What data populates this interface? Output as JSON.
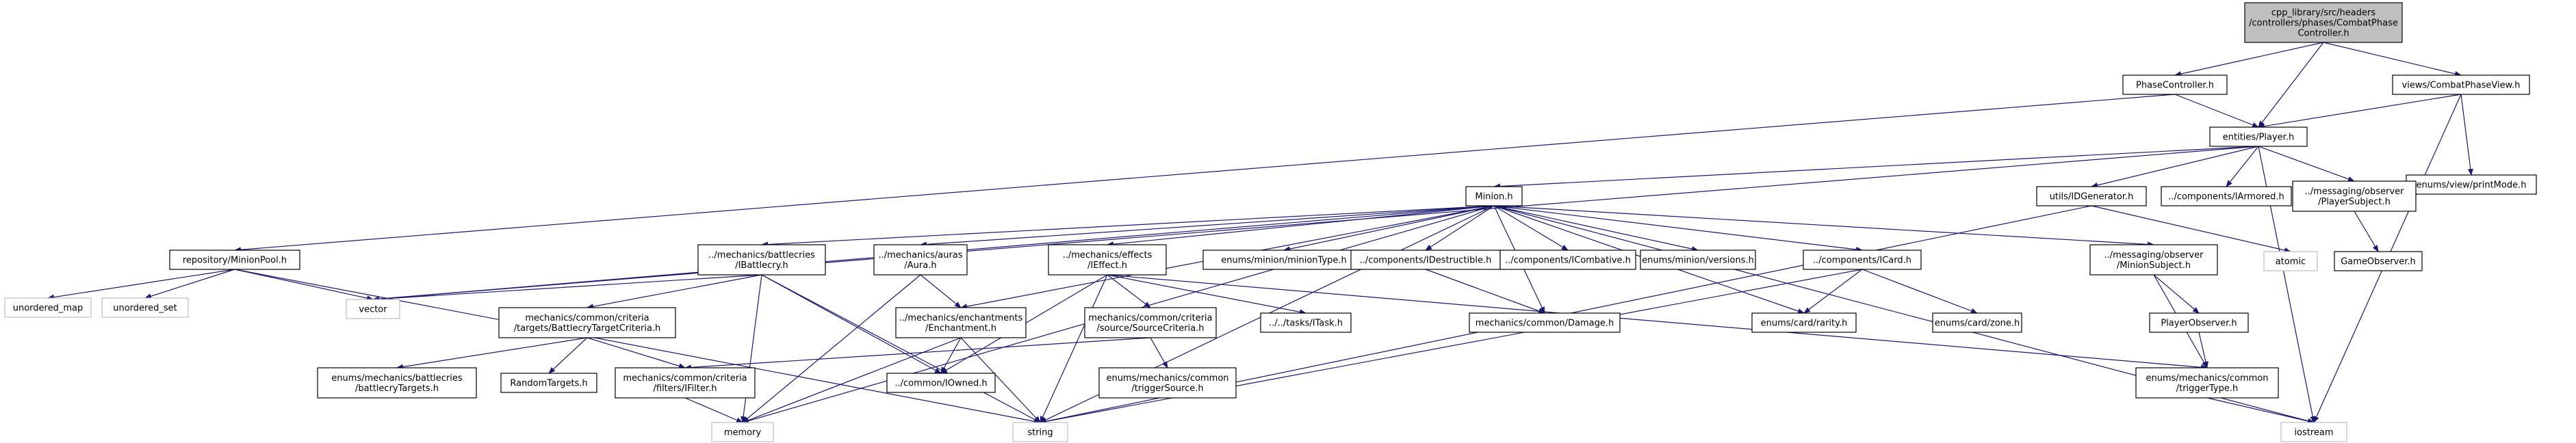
{
  "colors": {
    "edge": "#191970",
    "root_fill": "#bfbfbf",
    "system_border": "#bfbfbf",
    "node_border": "#000000",
    "background": "#ffffff"
  },
  "nodes": [
    {
      "id": "root",
      "lines": [
        "cpp_library/src/headers",
        "/controllers/phases/CombatPhase",
        "Controller.h"
      ],
      "kind": "root"
    },
    {
      "id": "phasectrl",
      "lines": [
        "PhaseController.h"
      ],
      "kind": "file"
    },
    {
      "id": "cpview",
      "lines": [
        "views/CombatPhaseView.h"
      ],
      "kind": "file"
    },
    {
      "id": "player",
      "lines": [
        "entities/Player.h"
      ],
      "kind": "file"
    },
    {
      "id": "printmode",
      "lines": [
        "enums/view/printMode.h"
      ],
      "kind": "file"
    },
    {
      "id": "minion",
      "lines": [
        "Minion.h"
      ],
      "kind": "file"
    },
    {
      "id": "idgen",
      "lines": [
        "utils/IDGenerator.h"
      ],
      "kind": "file"
    },
    {
      "id": "iarmored",
      "lines": [
        "../components/IArmored.h"
      ],
      "kind": "file"
    },
    {
      "id": "playersubj",
      "lines": [
        "../messaging/observer",
        "/PlayerSubject.h"
      ],
      "kind": "file"
    },
    {
      "id": "minionpool",
      "lines": [
        "repository/MinionPool.h"
      ],
      "kind": "file"
    },
    {
      "id": "battlecry",
      "lines": [
        "../mechanics/battlecries",
        "/IBattlecry.h"
      ],
      "kind": "file"
    },
    {
      "id": "aura",
      "lines": [
        "../mechanics/auras",
        "/Aura.h"
      ],
      "kind": "file"
    },
    {
      "id": "ieffect",
      "lines": [
        "../mechanics/effects",
        "/IEffect.h"
      ],
      "kind": "file"
    },
    {
      "id": "miniontype",
      "lines": [
        "enums/minion/minionType.h"
      ],
      "kind": "file"
    },
    {
      "id": "idestruct",
      "lines": [
        "../components/IDestructible.h"
      ],
      "kind": "file"
    },
    {
      "id": "icombative",
      "lines": [
        "../components/ICombative.h"
      ],
      "kind": "file"
    },
    {
      "id": "versions",
      "lines": [
        "enums/minion/versions.h"
      ],
      "kind": "file"
    },
    {
      "id": "icard",
      "lines": [
        "../components/ICard.h"
      ],
      "kind": "file"
    },
    {
      "id": "minionsubj",
      "lines": [
        "../messaging/observer",
        "/MinionSubject.h"
      ],
      "kind": "file"
    },
    {
      "id": "atomic",
      "lines": [
        "atomic"
      ],
      "kind": "system"
    },
    {
      "id": "gameobs",
      "lines": [
        "GameObserver.h"
      ],
      "kind": "file"
    },
    {
      "id": "umap",
      "lines": [
        "unordered_map"
      ],
      "kind": "system"
    },
    {
      "id": "uset",
      "lines": [
        "unordered_set"
      ],
      "kind": "system"
    },
    {
      "id": "vector",
      "lines": [
        "vector"
      ],
      "kind": "system"
    },
    {
      "id": "btcriteria",
      "lines": [
        "mechanics/common/criteria",
        "/targets/BattlecryTargetCriteria.h"
      ],
      "kind": "file"
    },
    {
      "id": "enchant",
      "lines": [
        "../mechanics/enchantments",
        "/Enchantment.h"
      ],
      "kind": "file"
    },
    {
      "id": "srccriteria",
      "lines": [
        "mechanics/common/criteria",
        "/source/SourceCriteria.h"
      ],
      "kind": "file"
    },
    {
      "id": "itask",
      "lines": [
        "../../tasks/ITask.h"
      ],
      "kind": "file"
    },
    {
      "id": "damage",
      "lines": [
        "mechanics/common/Damage.h"
      ],
      "kind": "file"
    },
    {
      "id": "rarity",
      "lines": [
        "enums/card/rarity.h"
      ],
      "kind": "file"
    },
    {
      "id": "zone",
      "lines": [
        "enums/card/zone.h"
      ],
      "kind": "file"
    },
    {
      "id": "playerobs",
      "lines": [
        "PlayerObserver.h"
      ],
      "kind": "file"
    },
    {
      "id": "bctargets",
      "lines": [
        "enums/mechanics/battlecries",
        "/battlecryTargets.h"
      ],
      "kind": "file"
    },
    {
      "id": "randtargets",
      "lines": [
        "RandomTargets.h"
      ],
      "kind": "file"
    },
    {
      "id": "ifilter",
      "lines": [
        "mechanics/common/criteria",
        "/filters/IFilter.h"
      ],
      "kind": "file"
    },
    {
      "id": "iowned",
      "lines": [
        "../common/IOwned.h"
      ],
      "kind": "file"
    },
    {
      "id": "trigsource",
      "lines": [
        "enums/mechanics/common",
        "/triggerSource.h"
      ],
      "kind": "file"
    },
    {
      "id": "trigtype",
      "lines": [
        "enums/mechanics/common",
        "/triggerType.h"
      ],
      "kind": "file"
    },
    {
      "id": "memory",
      "lines": [
        "memory"
      ],
      "kind": "system"
    },
    {
      "id": "string",
      "lines": [
        "string"
      ],
      "kind": "system"
    },
    {
      "id": "iostream",
      "lines": [
        "iostream"
      ],
      "kind": "system"
    }
  ],
  "edges": [
    [
      "root",
      "phasectrl"
    ],
    [
      "root",
      "cpview"
    ],
    [
      "root",
      "player"
    ],
    [
      "phasectrl",
      "player"
    ],
    [
      "phasectrl",
      "minionpool"
    ],
    [
      "cpview",
      "player"
    ],
    [
      "cpview",
      "printmode"
    ],
    [
      "cpview",
      "iostream"
    ],
    [
      "player",
      "minion"
    ],
    [
      "player",
      "idgen"
    ],
    [
      "player",
      "iarmored"
    ],
    [
      "player",
      "playersubj"
    ],
    [
      "player",
      "vector"
    ],
    [
      "player",
      "iostream"
    ],
    [
      "playersubj",
      "gameobs"
    ],
    [
      "idgen",
      "atomic"
    ],
    [
      "idgen",
      "string"
    ],
    [
      "minionpool",
      "umap"
    ],
    [
      "minionpool",
      "uset"
    ],
    [
      "minionpool",
      "vector"
    ],
    [
      "minionpool",
      "string"
    ],
    [
      "minion",
      "battlecry"
    ],
    [
      "minion",
      "aura"
    ],
    [
      "minion",
      "ieffect"
    ],
    [
      "minion",
      "miniontype"
    ],
    [
      "minion",
      "idestruct"
    ],
    [
      "minion",
      "icombative"
    ],
    [
      "minion",
      "versions"
    ],
    [
      "minion",
      "icard"
    ],
    [
      "minion",
      "minionsubj"
    ],
    [
      "minion",
      "vector"
    ],
    [
      "minion",
      "memory"
    ],
    [
      "minion",
      "string"
    ],
    [
      "minion",
      "iostream"
    ],
    [
      "minion",
      "rarity"
    ],
    [
      "minion",
      "enchant"
    ],
    [
      "minion",
      "damage"
    ],
    [
      "battlecry",
      "btcriteria"
    ],
    [
      "battlecry",
      "vector"
    ],
    [
      "battlecry",
      "memory"
    ],
    [
      "battlecry",
      "string"
    ],
    [
      "battlecry",
      "iowned"
    ],
    [
      "aura",
      "enchant"
    ],
    [
      "aura",
      "memory"
    ],
    [
      "ieffect",
      "srccriteria"
    ],
    [
      "ieffect",
      "itask"
    ],
    [
      "ieffect",
      "iowned"
    ],
    [
      "ieffect",
      "trigtype"
    ],
    [
      "ieffect",
      "string"
    ],
    [
      "idestruct",
      "damage"
    ],
    [
      "icard",
      "rarity"
    ],
    [
      "icard",
      "zone"
    ],
    [
      "icard",
      "string"
    ],
    [
      "minionsubj",
      "playerobs"
    ],
    [
      "minionsubj",
      "trigtype"
    ],
    [
      "playerobs",
      "trigtype"
    ],
    [
      "btcriteria",
      "bctargets"
    ],
    [
      "btcriteria",
      "randtargets"
    ],
    [
      "btcriteria",
      "ifilter"
    ],
    [
      "enchant",
      "iowned"
    ],
    [
      "enchant",
      "memory"
    ],
    [
      "enchant",
      "string"
    ],
    [
      "srccriteria",
      "trigsource"
    ],
    [
      "srccriteria",
      "ifilter"
    ],
    [
      "ifilter",
      "memory"
    ],
    [
      "trigtype",
      "iostream"
    ]
  ]
}
